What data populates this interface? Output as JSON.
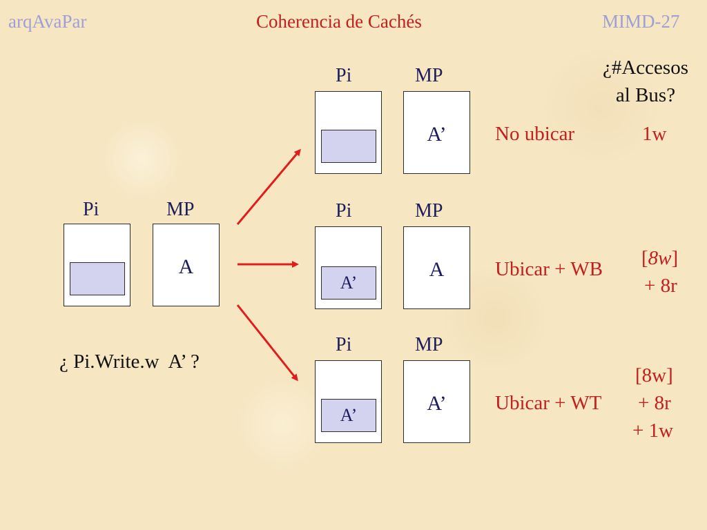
{
  "header": {
    "left": "arqAvaPar",
    "title": "Coherencia de Cachés",
    "right": "MIMD-27"
  },
  "question": {
    "prefix": "¿ Pi.Write.w",
    "suffix": "A’ ?"
  },
  "bus_header": {
    "line1": "¿#Accesos",
    "line2": "al Bus?"
  },
  "initial": {
    "pi_label": "Pi",
    "mp_label": "MP",
    "mp_value": "A"
  },
  "cases": [
    {
      "pi_label": "Pi",
      "mp_label": "MP",
      "cache_value": "",
      "mp_value": "A’",
      "policy": "No ubicar",
      "accesses": [
        "1w"
      ]
    },
    {
      "pi_label": "Pi",
      "mp_label": "MP",
      "cache_value": "A’",
      "mp_value": "A",
      "policy": "Ubicar + WB",
      "accesses_italic_part": "8w",
      "accesses": [
        "[8w]",
        "+ 8r"
      ]
    },
    {
      "pi_label": "Pi",
      "mp_label": "MP",
      "cache_value": "A’",
      "mp_value": "A’",
      "policy": "Ubicar + WT",
      "accesses": [
        "[8w]",
        "+ 8r",
        "+ 1w"
      ]
    }
  ],
  "colors": {
    "arrow": "#e31b1b",
    "policy_text": "#c21f1f",
    "label_text": "#1d1d5e",
    "header_side": "#9f9fd6",
    "cache_line_fill": "#d3d3f0"
  }
}
